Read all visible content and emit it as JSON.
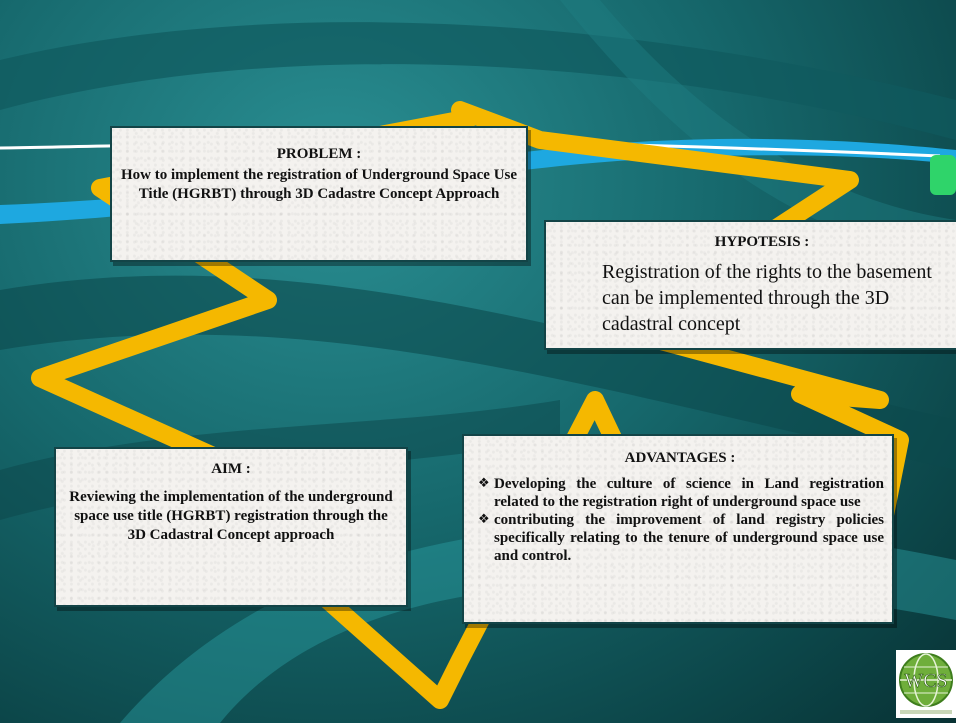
{
  "problem": {
    "heading": "PROBLEM :",
    "body": "How to implement the registration of Underground Space Use  Title  (HGRBT) through 3D Cadastre Concept Approach"
  },
  "hypothesis": {
    "heading": "HYPOTESIS :",
    "body": "Registration of the rights to the basement can be implemented through the 3D cadastral concept"
  },
  "aim": {
    "heading": "AIM :",
    "body": "Reviewing the implementation of the underground space use title  (HGRBT) registration through the 3D Cadastral Concept approach"
  },
  "advantages": {
    "heading": "ADVANTAGES :",
    "items": [
      "Developing the culture of science in Land registration related to the registration right of underground space use",
      " contributing the improvement of land registry policies specifically relating to the tenure of underground space use and control."
    ]
  },
  "logo": {
    "text": "WCS",
    "icon": "wcs-globe-logo"
  },
  "colors": {
    "background": "#16686c",
    "zigzag": "#f5b800",
    "box": "#f4f2ef"
  }
}
